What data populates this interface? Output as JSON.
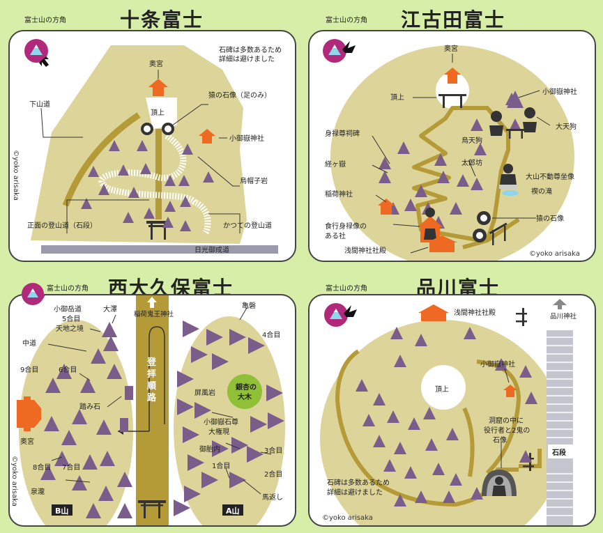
{
  "panels": {
    "jujo": {
      "title": "十条富士",
      "direction_label": "富士山の方角",
      "note": [
        "石碑は多数あるため",
        "詳細は避けました"
      ],
      "labels": {
        "okumiya": "奥宮",
        "chojo": "頂上",
        "saru": "猿の石像（足のみ）",
        "komitake": "小御嶽神社",
        "shimoyama": "下山道",
        "eboshi": "烏帽子岩",
        "shomen": "正面の登山道（石段）",
        "katsute": "かつての登山道",
        "nikko": "日光御成道"
      },
      "copyright": "©yoko arisaka"
    },
    "ekoda": {
      "title": "江古田富士",
      "direction_label": "富士山の方角",
      "labels": {
        "okumiya": "奥宮",
        "chojo": "頂上",
        "komitake": "小御嶽神社",
        "miroku": "身禄尊祠碑",
        "daitengu": "大天狗",
        "karasutengu": "烏天狗",
        "kyogatake": "経ヶ嶽",
        "taroubo": "太郎坊",
        "oyama": "大山不動尊坐像",
        "misogi": "禊の滝",
        "inari": "稲荷神社",
        "saru": "猿の石像",
        "jikigyo": [
          "食行身禄像の",
          "ある社"
        ],
        "sengen": "浅間神社社殿"
      },
      "copyright": "©yoko arisaka"
    },
    "nishiokubo": {
      "title": "西大久保富士",
      "direction_label": "富士山の方角",
      "labels": {
        "inari": "稲荷鬼王神社",
        "tozan": "登拝順路",
        "komitakedake": "小御岳道",
        "ozawa": "大澤",
        "gogome": "5合目",
        "tenchi": "天地之境",
        "chudo": "中道",
        "kyugome": "9合目",
        "rokugome": "6合目",
        "okumiya": "奥宮",
        "fumiishi": "踏み石",
        "hachigome": "8合目",
        "nanagome": "7合目",
        "sensui": "泉瀧",
        "bsan": "B山",
        "kameiwa": "亀磐",
        "yongome": "4合目",
        "ginkgo": [
          "銀杏の",
          "大木"
        ],
        "byobu": "屏風岩",
        "komitake_sekison": [
          "小御嶽石尊",
          "大権現"
        ],
        "otainai": "御胎内",
        "sangome": "3合目",
        "ichigome": "1合目",
        "nigome": "2合目",
        "umagaeshi": "馬返し",
        "asan": "A山"
      },
      "copyright": "©yoko arisaka"
    },
    "shinagawa": {
      "title": "品川富士",
      "direction_label": "富士山の方角",
      "labels": {
        "sengen": "浅間神社社殿",
        "shinagawa_jinja": "品川神社",
        "chojo": "頂上",
        "komitake": "小御嶽神社",
        "dokutsu": [
          "洞窟の中に",
          "役行者と2鬼の",
          "石像"
        ],
        "ishidan": "石段"
      },
      "note": [
        "石碑は多数あるため",
        "詳細は避けました"
      ],
      "copyright": "©yoko arisaka"
    }
  },
  "colors": {
    "background": "#d6eea8",
    "mound": "#ddd49a",
    "path": "#b59a38",
    "rock": "#7a5d8a",
    "shrine": "#ee6a22",
    "road": "#9a9aaa",
    "compass_circle": "#b0297a",
    "fuji_icon": "#8fd5ec"
  },
  "icons": [
    "compass-fuji-icon",
    "torii-icon",
    "shrine-icon",
    "monkey-statue-icon",
    "tengu-icon",
    "buddha-statue-icon",
    "cave-icon",
    "arrow-up-icon"
  ]
}
